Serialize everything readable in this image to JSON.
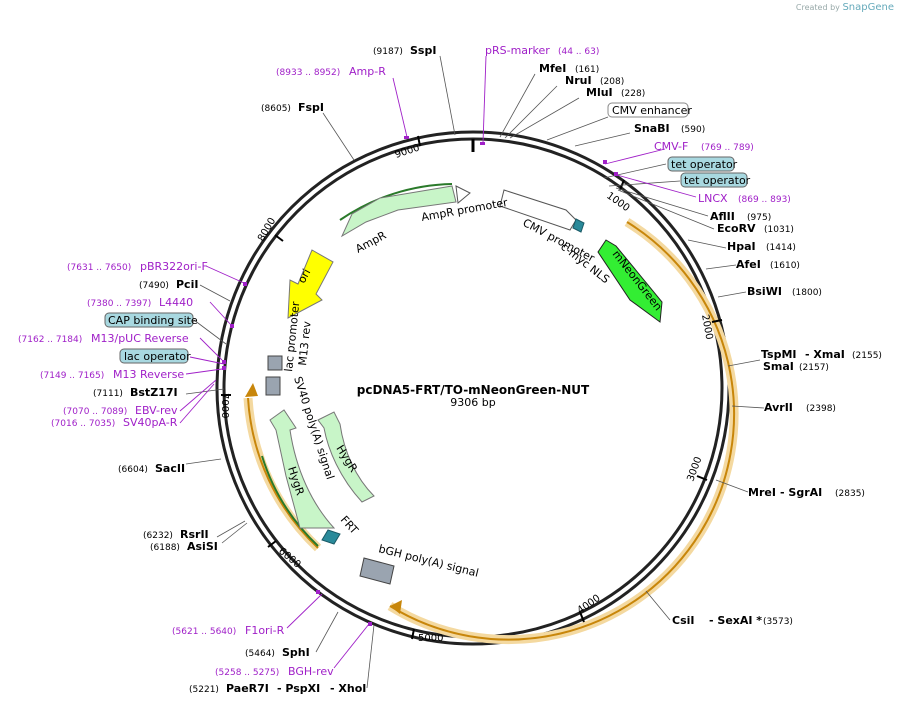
{
  "brand": {
    "prefix": "Created by",
    "name": "SnapGene"
  },
  "plasmid": {
    "name": "pcDNA5-FRT/TO-mNeonGreen-NUT",
    "length": "9306 bp"
  },
  "ticks": [
    "1000",
    "2000",
    "3000",
    "4000",
    "5000",
    "6000",
    "7000",
    "8000",
    "9000"
  ],
  "colors": {
    "primer": "#a020c8",
    "feature_fill": "#c8f5c8",
    "feature_edge": "#2a7a2a",
    "orf": "#e6a830",
    "neon": "#33ee33",
    "ori": "#ffff00",
    "box": "#a8d8e0"
  },
  "labels": {
    "sspi": {
      "name": "SspI",
      "pos": "(9187)"
    },
    "prs": {
      "name": "pRS-marker",
      "pos": "(44 .. 63)"
    },
    "ampr_p": {
      "name": "Amp-R",
      "pos": "(8933 .. 8952)"
    },
    "mfei": {
      "name": "MfeI",
      "pos": "(161)"
    },
    "nrui": {
      "name": "NruI",
      "pos": "(208)"
    },
    "mlui": {
      "name": "MluI",
      "pos": "(228)"
    },
    "fspi": {
      "name": "FspI",
      "pos": "(8605)"
    },
    "cmv_enh": {
      "name": "CMV enhancer"
    },
    "snabi": {
      "name": "SnaBI",
      "pos": "(590)"
    },
    "cmvf": {
      "name": "CMV-F",
      "pos": "(769 .. 789)"
    },
    "teto1": {
      "name": "tet operator"
    },
    "teto2": {
      "name": "tet operator"
    },
    "lncx": {
      "name": "LNCX",
      "pos": "(869 .. 893)"
    },
    "aflii": {
      "name": "AflII",
      "pos": "(975)"
    },
    "ecorv": {
      "name": "EcoRV",
      "pos": "(1031)"
    },
    "hpai": {
      "name": "HpaI",
      "pos": "(1414)"
    },
    "afei": {
      "name": "AfeI",
      "pos": "(1610)"
    },
    "bsiwi": {
      "name": "BsiWI",
      "pos": "(1800)"
    },
    "pbr": {
      "name": "pBR322ori-F",
      "pos": "(7631 .. 7650)"
    },
    "pcii": {
      "name": "PciI",
      "pos": "(7490)"
    },
    "l4440": {
      "name": "L4440",
      "pos": "(7380 .. 7397)"
    },
    "cap": {
      "name": "CAP binding site"
    },
    "m13puc": {
      "name": "M13/pUC Reverse",
      "pos": "(7162 .. 7184)"
    },
    "laco": {
      "name": "lac operator"
    },
    "m13rev": {
      "name": "M13 Reverse",
      "pos": "(7149 .. 7165)"
    },
    "bstz": {
      "name": "BstZ17I",
      "pos": "(7111)"
    },
    "ebv": {
      "name": "EBV-rev",
      "pos": "(7070 .. 7089)"
    },
    "sv40par": {
      "name": "SV40pA-R",
      "pos": "(7016 .. 7035)"
    },
    "tspmi": {
      "name": "TspMI",
      "sep": "- XmaI",
      "pos": "(2155)"
    },
    "smai": {
      "name": "SmaI",
      "pos": "(2157)"
    },
    "avrii": {
      "name": "AvrII",
      "pos": "(2398)"
    },
    "saci": {
      "name": "SacII",
      "pos": "(6604)"
    },
    "mrei": {
      "name": "MreI",
      "sep": "- SgrAI",
      "pos": "(2835)"
    },
    "rsrii": {
      "name": "RsrII",
      "pos": "(6232)"
    },
    "asisi": {
      "name": "AsiSI",
      "pos": "(6188)"
    },
    "csii": {
      "name": "CsiI",
      "sep": "- SexAI *",
      "pos": "(3573)"
    },
    "f1ori": {
      "name": "F1ori-R",
      "pos": "(5621 .. 5640)"
    },
    "sphi": {
      "name": "SphI",
      "pos": "(5464)"
    },
    "bgh": {
      "name": "BGH-rev",
      "pos": "(5258 .. 5275)"
    },
    "pae": {
      "name": "PaeR7I",
      "sep": "- PspXI",
      "sep2": "- XhoI",
      "pos": "(5221)"
    }
  },
  "features": {
    "ampr_promoter": "AmpR promoter",
    "ampr": "AmpR",
    "cmv_promoter": "CMV promoter",
    "cmyc": "c-myc NLS",
    "mneon": "mNeonGreen",
    "ori": "ori",
    "lac_promoter": "lac promoter",
    "m13rev": "M13 rev",
    "sv40": "SV40 poly(A) signal",
    "hygr_out": "HygR",
    "hygr_in": "HygR",
    "frt": "FRT",
    "bgh_signal": "bGH poly(A) signal"
  }
}
